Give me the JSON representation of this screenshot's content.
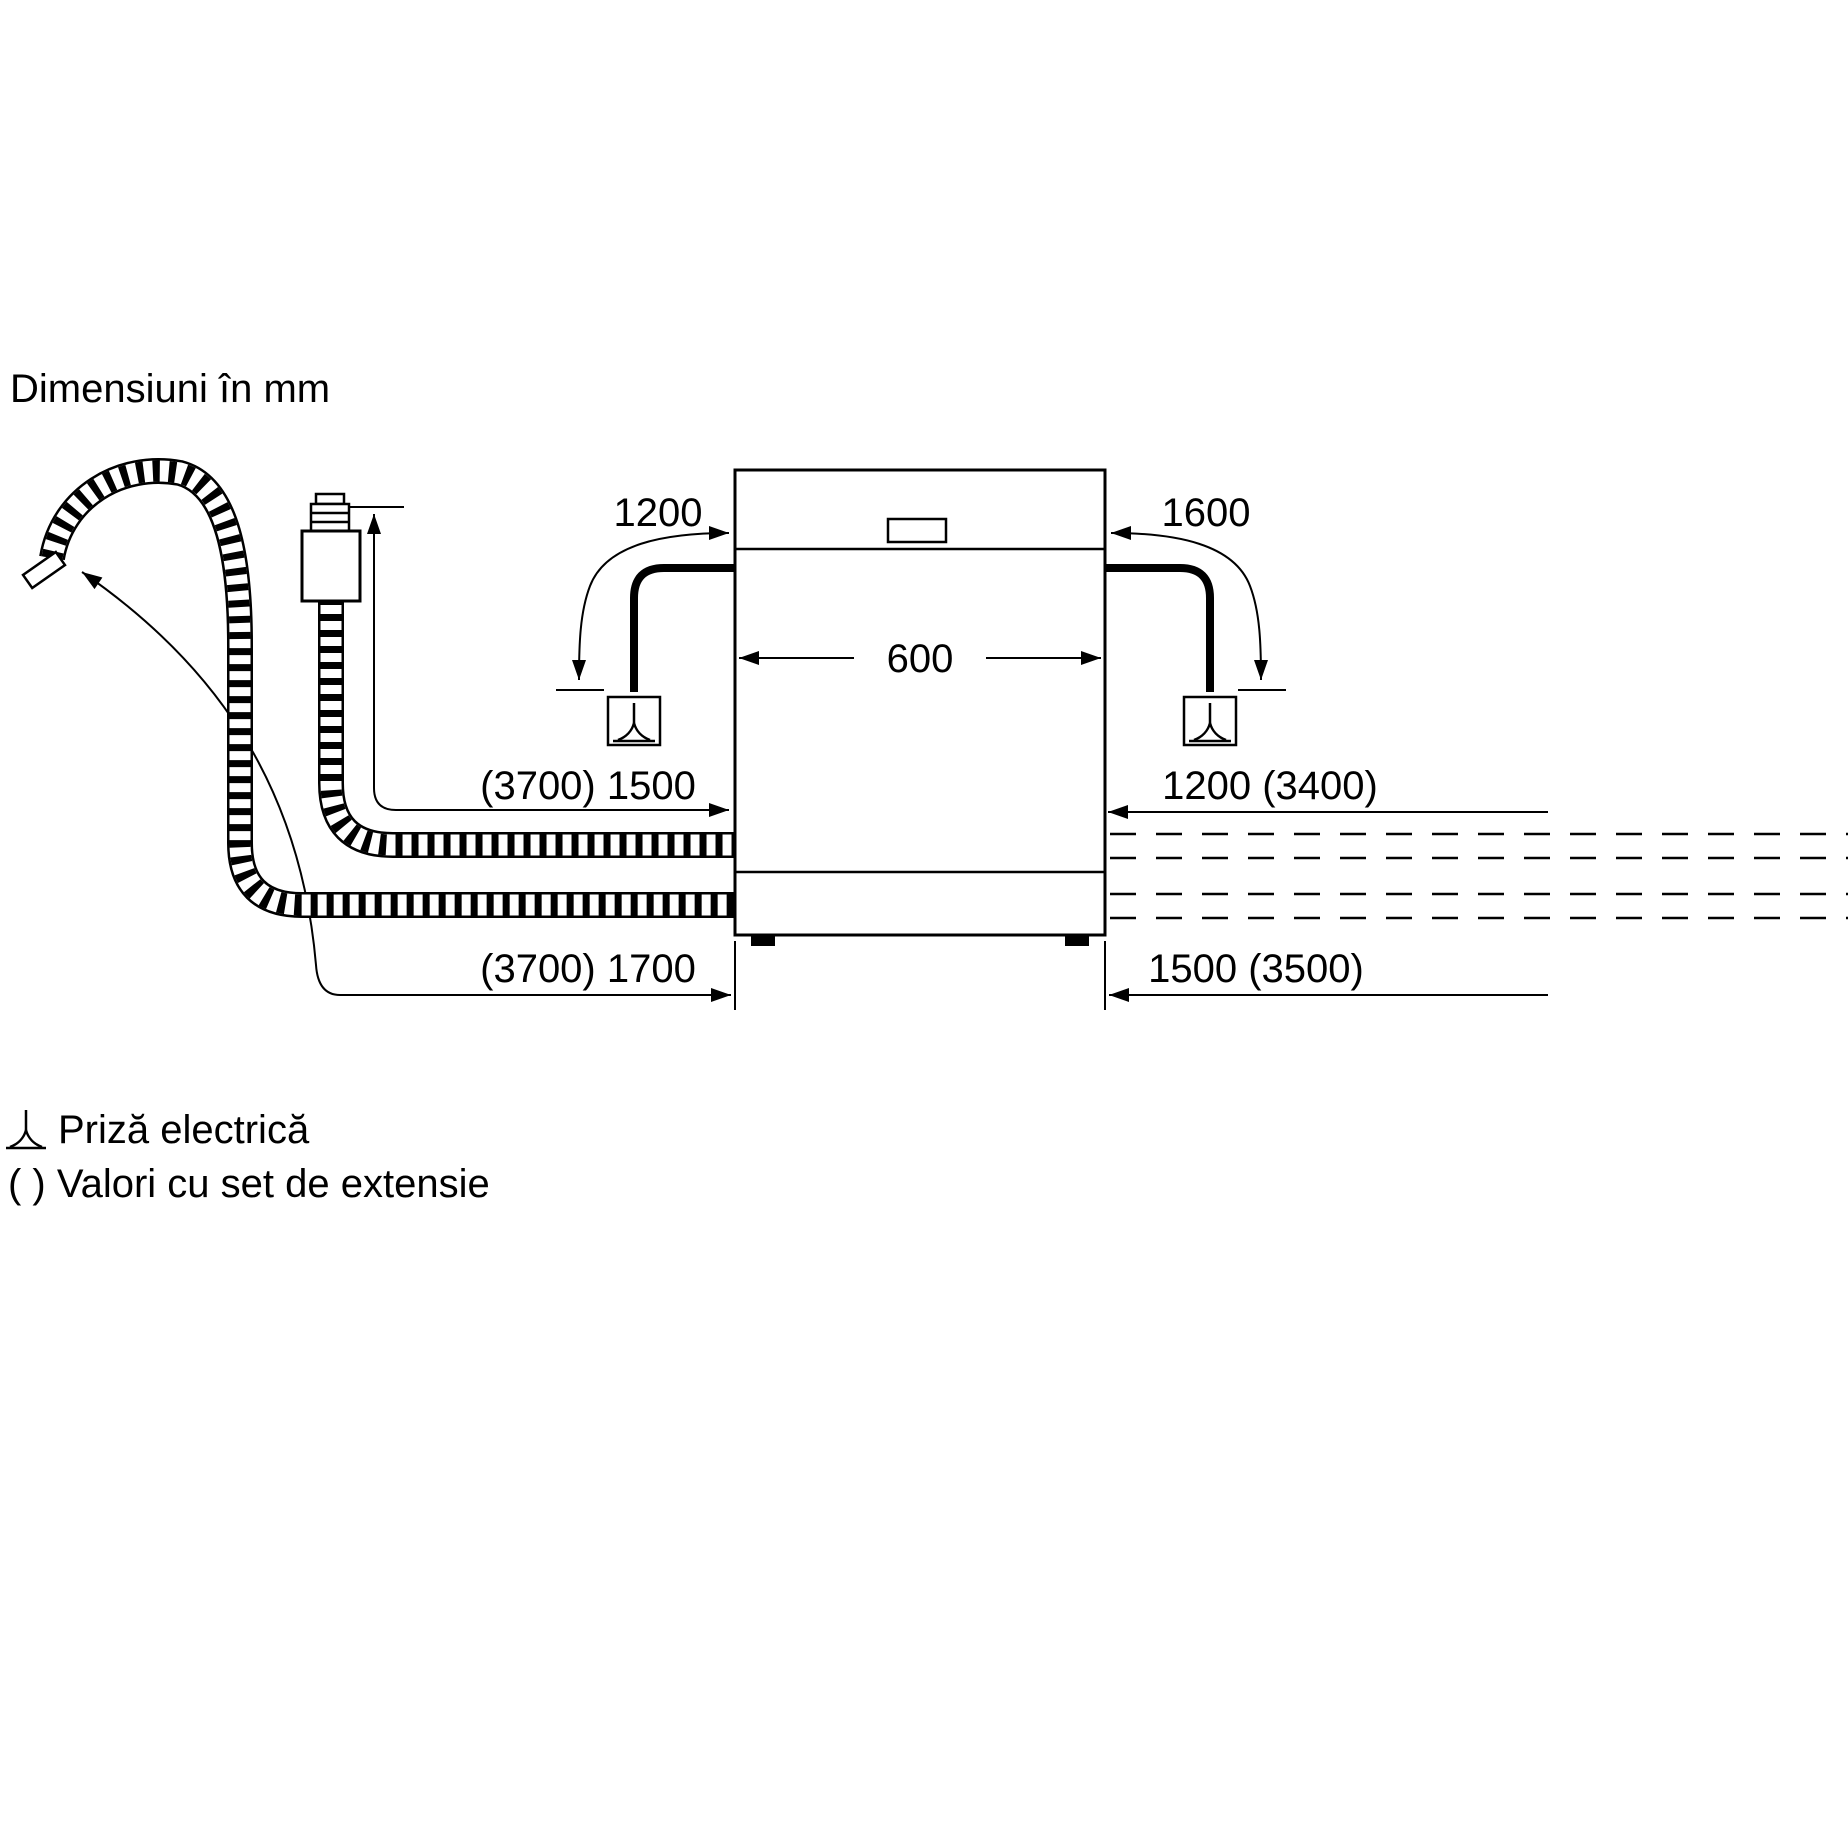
{
  "title": "Dimensiuni în mm",
  "dimensions": {
    "cable_left": "1200",
    "cable_right": "1600",
    "appliance_width": "600",
    "supply_hose": "(3700) 1500",
    "drain_upper_right": "1200 (3400)",
    "drain_hose_left": "(3700) 1700",
    "drain_lower_right": "1500 (3500)"
  },
  "legend": {
    "socket_label": "Priză electrică",
    "extension_label": "( ) Valori cu set de extensie"
  },
  "colors": {
    "line": "#000000",
    "background": "#ffffff"
  }
}
